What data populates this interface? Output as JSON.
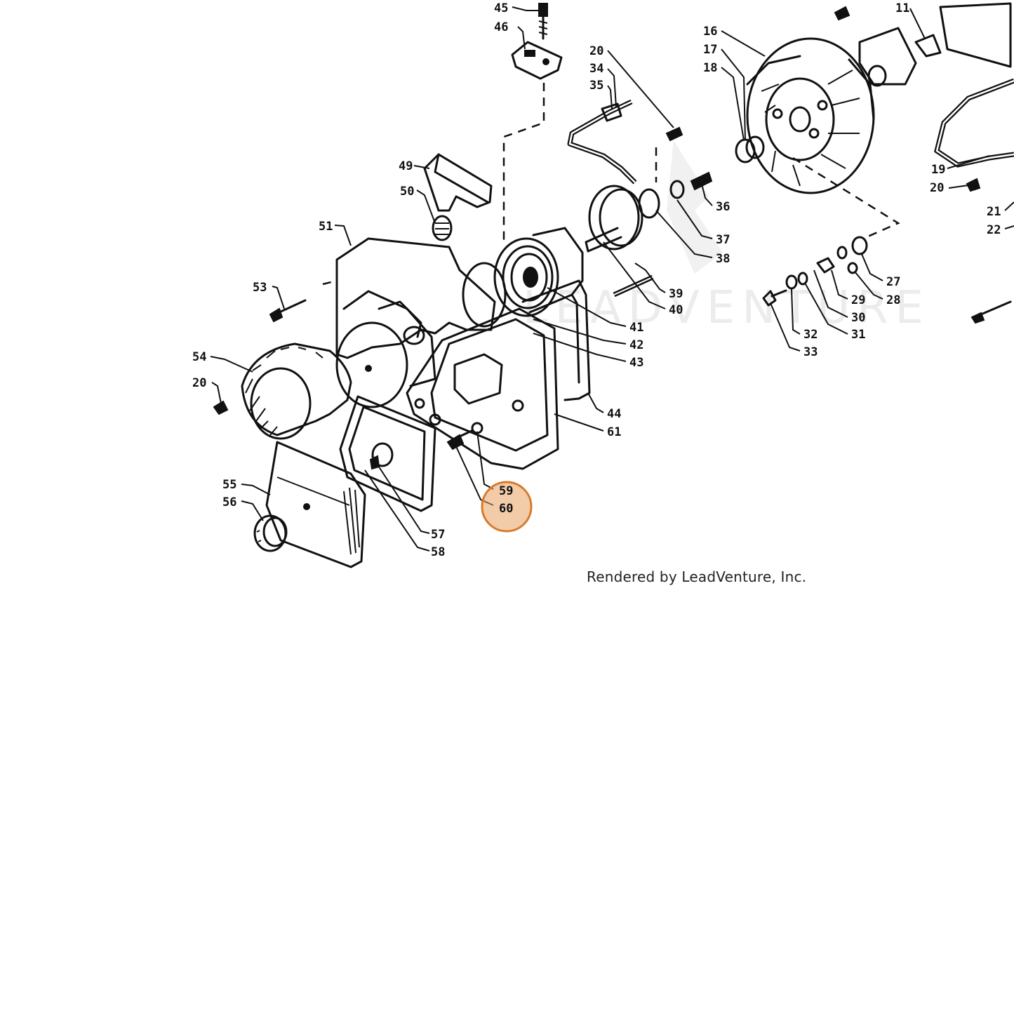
{
  "watermark": "LEADVENTURE",
  "credit": "Rendered by LeadVenture, Inc.",
  "highlight_color": "#e8a060",
  "callouts": {
    "c11": "11",
    "c16": "16",
    "c17": "17",
    "c18": "18",
    "c19": "19",
    "c20a": "20",
    "c20b": "20",
    "c20c": "20",
    "c21": "21",
    "c22": "22",
    "c27": "27",
    "c28": "28",
    "c29": "29",
    "c30": "30",
    "c31": "31",
    "c32": "32",
    "c33": "33",
    "c34": "34",
    "c35": "35",
    "c36": "36",
    "c37": "37",
    "c38": "38",
    "c39": "39",
    "c40": "40",
    "c41": "41",
    "c42": "42",
    "c43": "43",
    "c44": "44",
    "c45": "45",
    "c46": "46",
    "c49": "49",
    "c50": "50",
    "c51": "51",
    "c53": "53",
    "c54": "54",
    "c55": "55",
    "c56": "56",
    "c57": "57",
    "c58": "58",
    "c59": "59",
    "c60": "60",
    "c61": "61"
  }
}
